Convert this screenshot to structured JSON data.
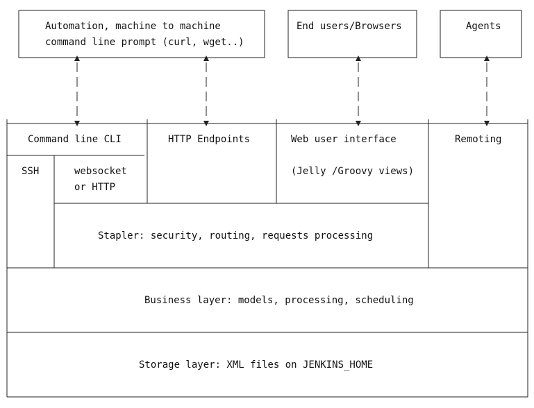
{
  "clients": {
    "automation": [
      "Automation, machine to machine",
      "command line prompt (curl, wget..)"
    ],
    "browsers": "End users/Browsers",
    "agents": "Agents"
  },
  "interfaces": {
    "cli": "Command line CLI",
    "ssh": "SSH",
    "websocket": [
      "websocket",
      "or HTTP"
    ],
    "http": "HTTP Endpoints",
    "webui": "Web user interface",
    "views": "(Jelly /Groovy views)",
    "remoting": "Remoting"
  },
  "layers": {
    "stapler": "Stapler: security, routing, requests processing",
    "business": "Business layer: models, processing, scheduling",
    "storage": "Storage layer: XML files on JENKINS_HOME"
  }
}
